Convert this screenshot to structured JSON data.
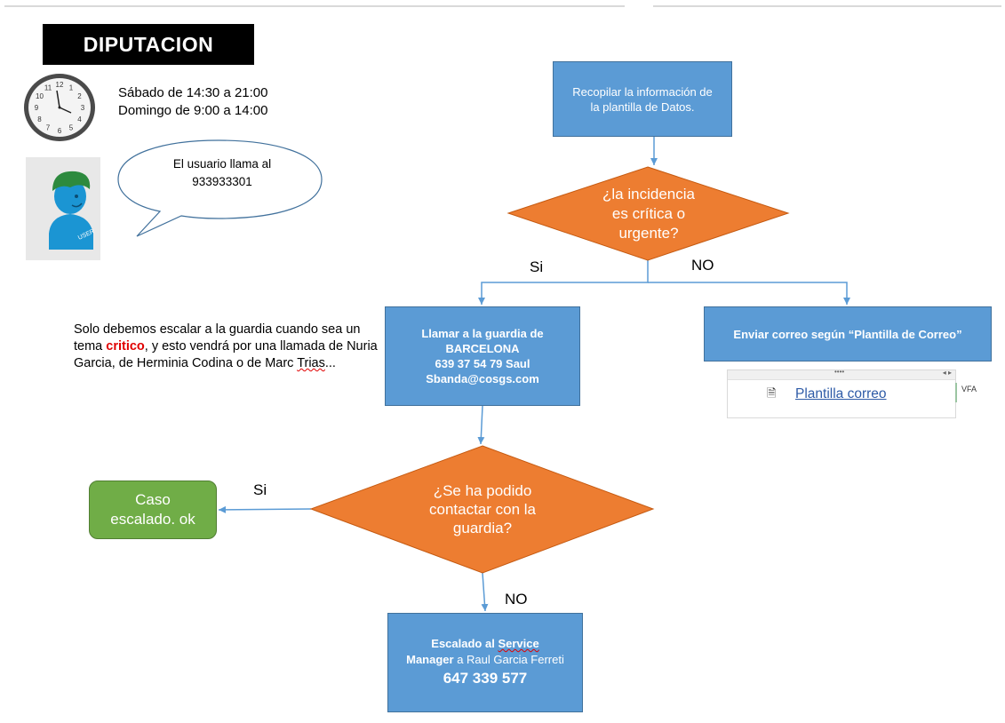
{
  "header": {
    "title": "DIPUTACION"
  },
  "schedule": {
    "line1": "Sábado de 14:30 a 21:00",
    "line2": "Domingo de 9:00 a 14:00"
  },
  "callout": {
    "line1": "El usuario llama al",
    "line2": "933933301"
  },
  "user_badge": "USER",
  "note": {
    "part1": "Solo debemos escalar a la guardia cuando sea un tema ",
    "critical": "critico",
    "part2": ", y esto vendrá por una llamada de Nuria Garcia, de Herminia Codina o de Marc ",
    "squiggle": "Trias",
    "part3": "..."
  },
  "flow": {
    "step_collect": {
      "line1": "Recopilar la información de",
      "line2": "la plantilla de Datos."
    },
    "decision_critical": {
      "line1": "¿la incidencia",
      "line2": "es crítica o",
      "line3": "urgente?"
    },
    "label_yes1": "Si",
    "label_no1": "NO",
    "step_call": {
      "line1": "Llamar a la guardia de",
      "line2": "BARCELONA",
      "line3": "639 37 54 79 Saul",
      "line4": "Sbanda@cosgs.com"
    },
    "step_email": {
      "label": "Enviar  correo según “Plantilla de Correo”"
    },
    "embed": {
      "link": "Plantilla correo",
      "dots": "••••",
      "arrows": "◂ ▸",
      "side_label": "VFA"
    },
    "decision_contact": {
      "line1": "¿Se ha podido",
      "line2": "contactar con la",
      "line3": "guardia?"
    },
    "label_yes2": "Si",
    "label_no2": "NO",
    "result_ok": {
      "line1": "Caso",
      "line2": "escalado. ok"
    },
    "step_escalate": {
      "part1": "Escalado al ",
      "part2": "Service",
      "part3": "Manager",
      "part4": " a Raul Garcia Ferreti",
      "phone": "647 339 577"
    }
  },
  "clock": {
    "numbers": [
      "12",
      "1",
      "2",
      "3",
      "4",
      "5",
      "6",
      "7",
      "8",
      "9",
      "10",
      "11"
    ]
  },
  "colors": {
    "box_blue": "#5b9bd5",
    "diamond_orange": "#ed7d31",
    "ok_green": "#70ad47",
    "arrow": "#5b9bd5"
  }
}
